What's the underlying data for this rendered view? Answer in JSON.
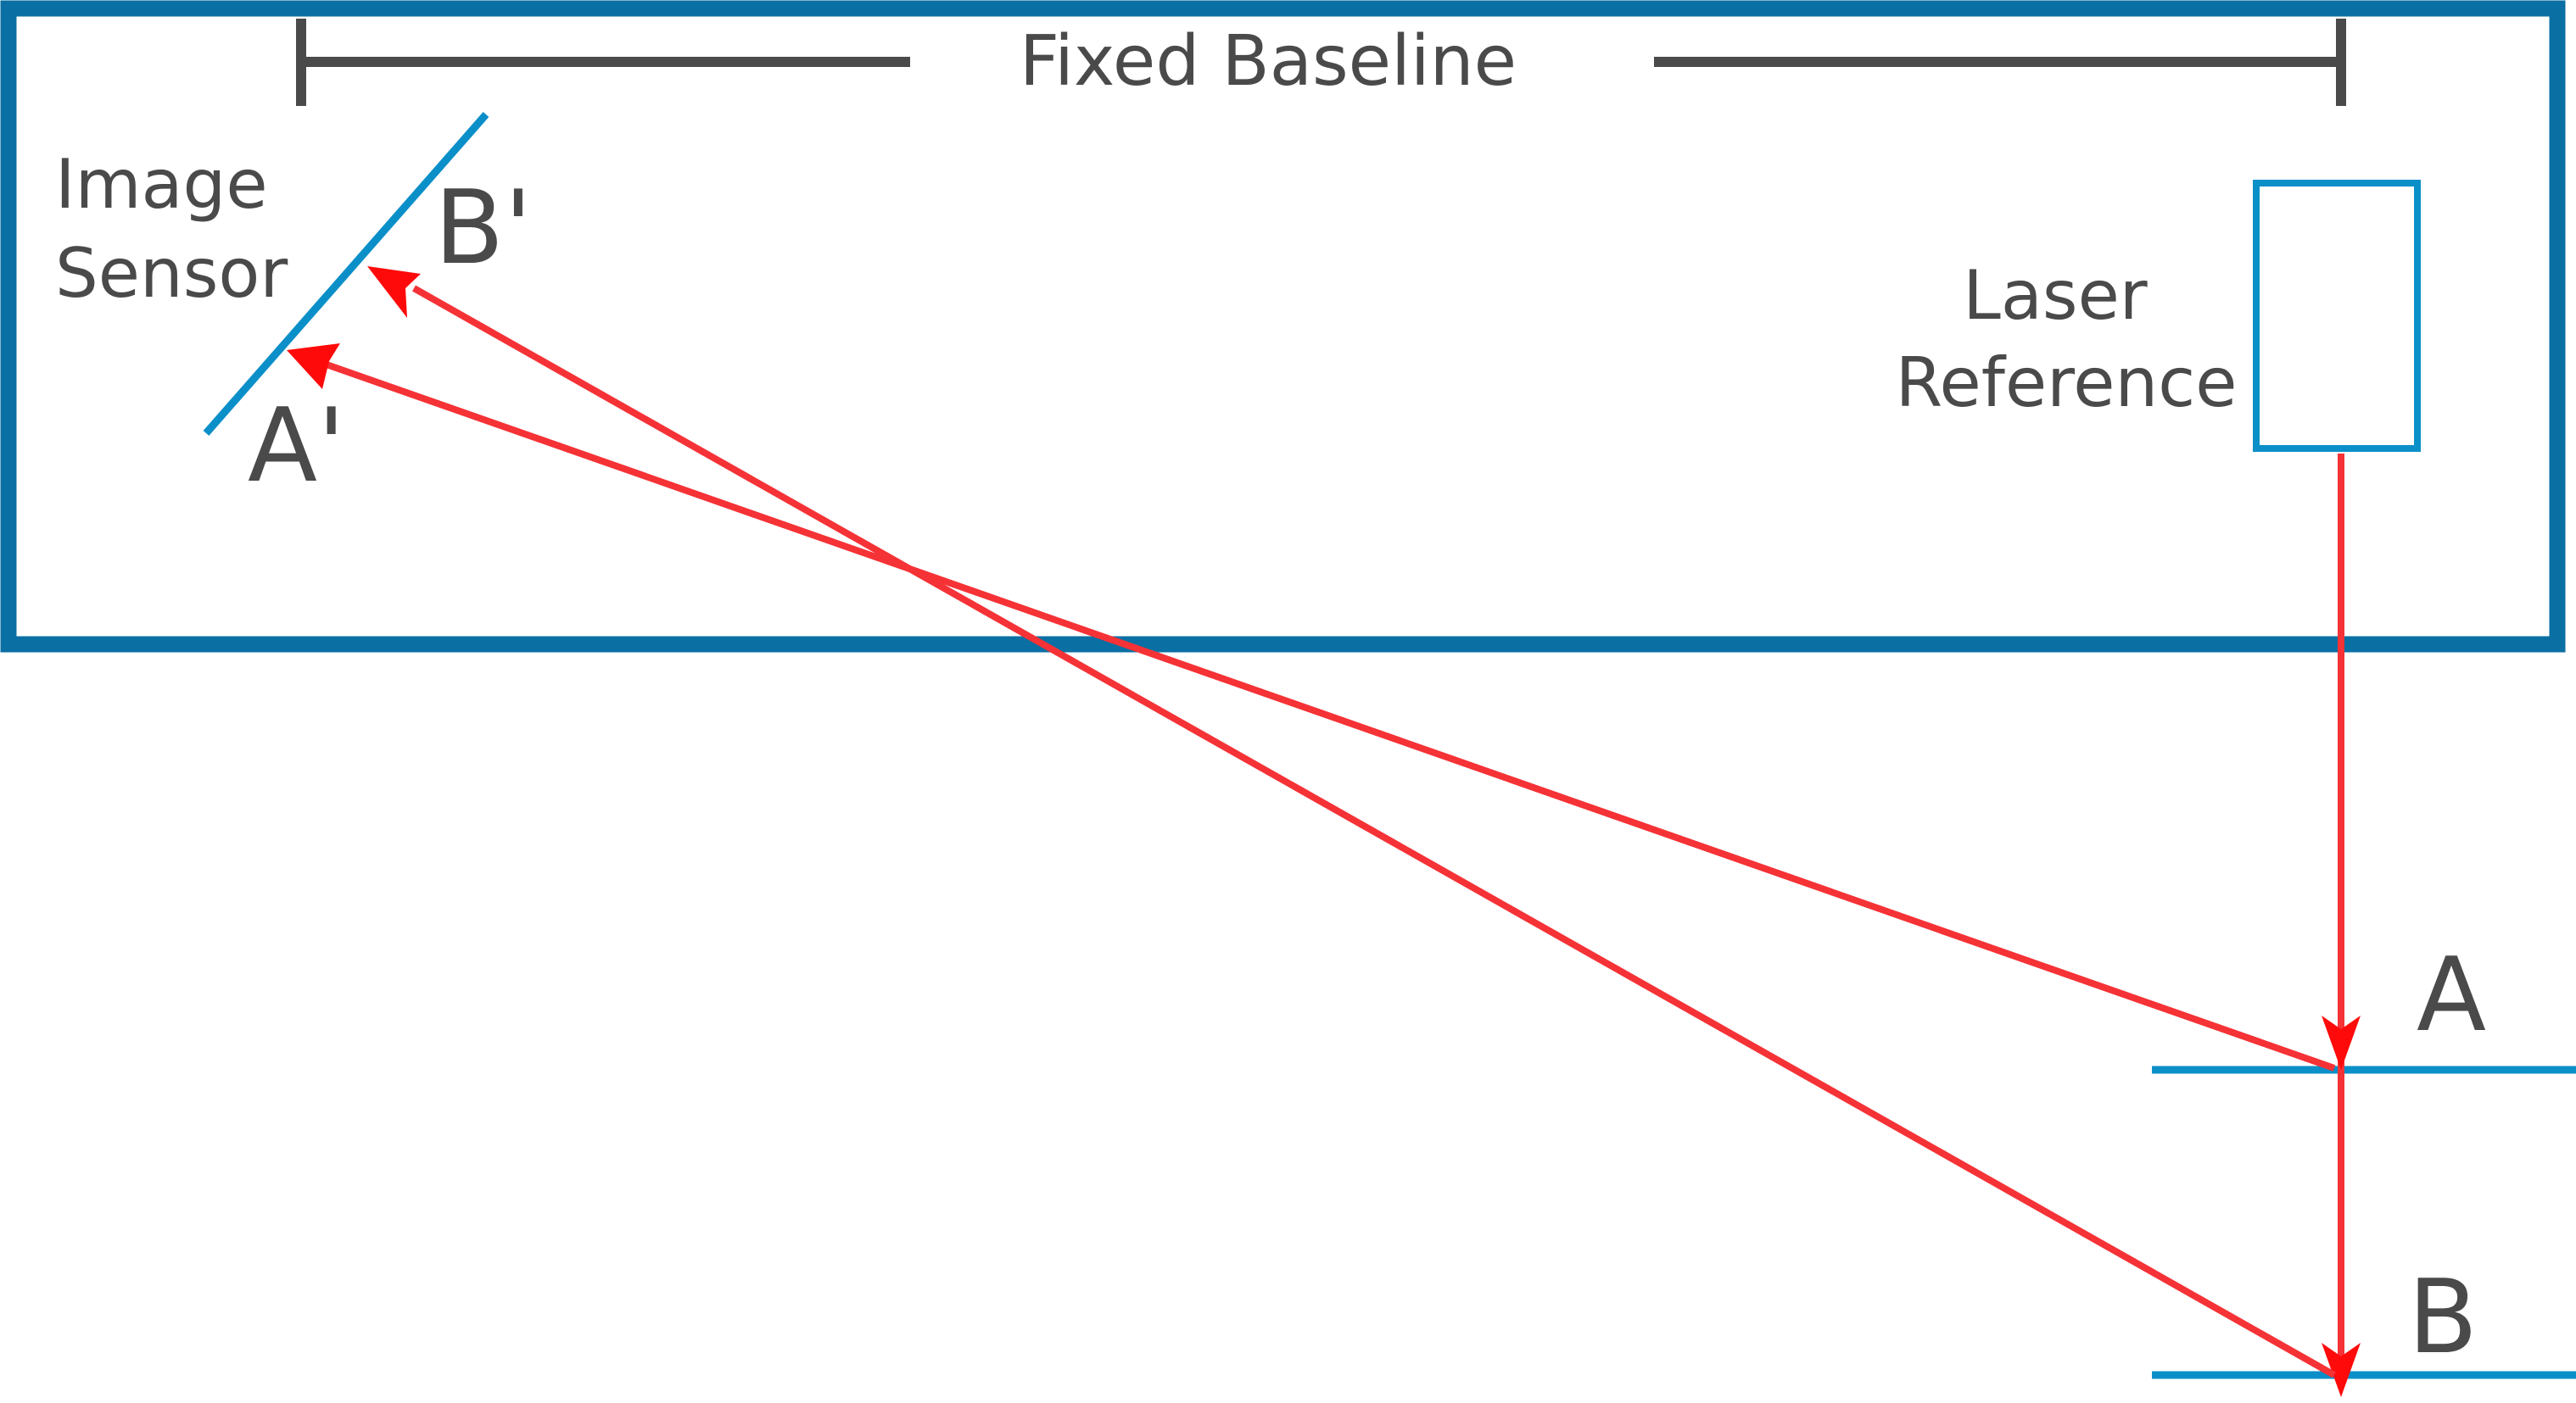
{
  "baseline": {
    "label": "Fixed Baseline"
  },
  "sensor": {
    "label_line1": "Image",
    "label_line2": "Sensor"
  },
  "laser": {
    "label_line1": "Laser",
    "label_line2": "Reference"
  },
  "points": {
    "a_image": "A'",
    "b_image": "B'",
    "a_surface": "A",
    "b_surface": "B"
  },
  "colors": {
    "housing": "#0A6FA3",
    "sensor": "#0B8FC8",
    "beam": "#F53236",
    "arrowhead": "#FF0A0A",
    "text": "#4A4A4A",
    "dimension_line": "#4A4A4A"
  }
}
